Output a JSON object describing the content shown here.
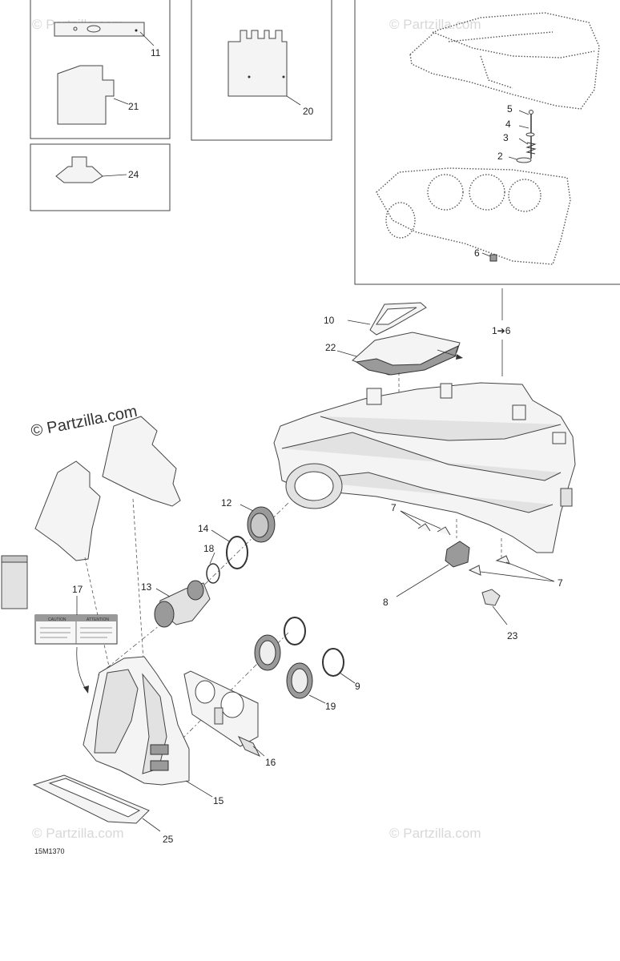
{
  "watermarks": {
    "main": "© Partzilla.com",
    "ghost": "© Partzilla.com"
  },
  "diagram_code": "15M1370",
  "callouts": {
    "c1_6": "1➔6",
    "c2": "2",
    "c3": "3",
    "c4": "4",
    "c5": "5",
    "c6": "6",
    "c7a": "7",
    "c7b": "7",
    "c8": "8",
    "c9": "9",
    "c10": "10",
    "c11": "11",
    "c12": "12",
    "c13": "13",
    "c14": "14",
    "c15": "15",
    "c16": "16",
    "c17": "17",
    "c18": "18",
    "c19": "19",
    "c20": "20",
    "c21": "21",
    "c22": "22",
    "c23": "23",
    "c24": "24",
    "c25": "25"
  },
  "label_decal": {
    "caution": "CAUTION",
    "attention": "ATTENTION"
  }
}
